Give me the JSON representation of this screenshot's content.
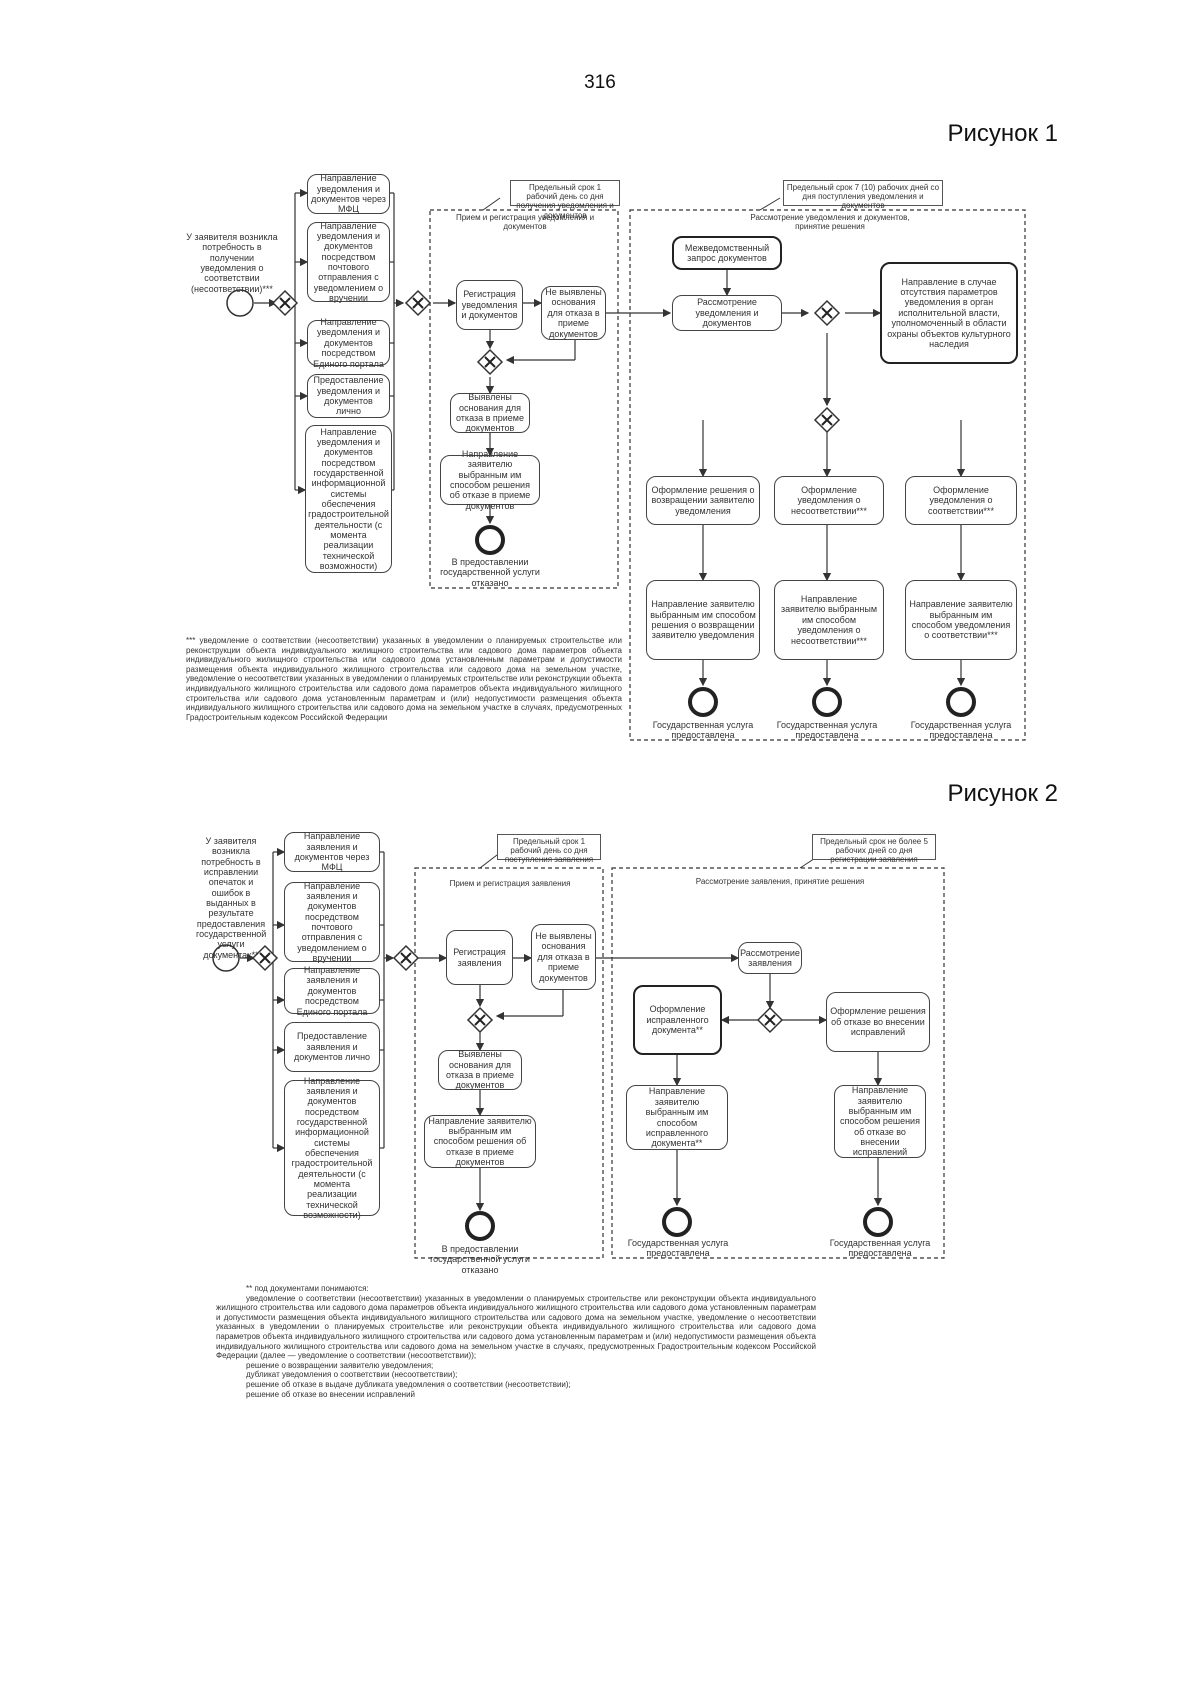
{
  "page_number": "316",
  "figure1": {
    "title": "Рисунок 1",
    "start_label": "У заявителя возникла потребность в получении уведомления о соответствии (несоответствии)***",
    "channels": [
      "Направление уведомления и документов через МФЦ",
      "Направление уведомления и документов посредством почтового отправления с уведомлением о вручении",
      "Направление уведомления и документов посредством Единого портала",
      "Предоставление уведомления и документов лично",
      "Направление уведомления и документов посредством государственной информационной системы обеспечения градостроительной деятельности (с момента реализации технической возможности)"
    ],
    "note_reception": "Предельный срок 1 рабочий день со дня получения уведомления и документов",
    "note_review": "Предельный срок 7 (10) рабочих дней со дня поступления уведомления и документов",
    "zone_reception": "Прием и регистрация уведомления и документов",
    "zone_review": "Рассмотрение уведомления и документов, принятие решения",
    "reception_steps": {
      "check": "Регистрация уведомления и документов",
      "no_grounds": "Не выявлены основания для отказа в приеме документов",
      "found_grounds": "Выявлены основания для отказа в приеме документов",
      "send_refusal": "Направление заявителю выбранным им способом решения об отказе в приеме документов",
      "end": "В предоставлении государственной услуги отказано"
    },
    "review_steps": {
      "top": "Межведомственный запрос документов",
      "register": "Рассмотрение уведомления и документов",
      "right": "Направление в случае отсутствия параметров уведомления в орган исполнительной власти, уполномоченный в области охраны объектов культурного наследия",
      "out1": "Оформление решения о возвращении заявителю уведомления",
      "out2": "Оформление уведомления о несоответствии***",
      "out3": "Оформление уведомления о соответствии***",
      "send1": "Направление заявителю выбранным им способом решения о возвращении заявителю уведомления",
      "send2": "Направление заявителю выбранным им способом уведомления о несоответствии***",
      "send3": "Направление заявителю выбранным им способом уведомления о соответствии***",
      "end1": "Государственная услуга предоставлена",
      "end2": "Государственная услуга предоставлена",
      "end3": "Государственная услуга предоставлена"
    },
    "footnote": "*** уведомление о соответствии (несоответствии) указанных в уведомлении о планируемых строительстве или реконструкции объекта индивидуального жилищного строительства или садового дома параметров объекта индивидуального жилищного строительства или садового дома установленным параметрам и допустимости размещения объекта индивидуального жилищного строительства или садового дома на земельном участке, уведомление о несоответствии указанных в уведомлении о планируемых строительстве или реконструкции объекта индивидуального жилищного строительства или садового дома параметров объекта индивидуального жилищного строительства или садового дома установленным параметрам и (или) недопустимости размещения объекта индивидуального жилищного строительства или садового дома на земельном участке в случаях, предусмотренных Градостроительным кодексом Российской Федерации"
  },
  "figure2": {
    "title": "Рисунок 2",
    "start_label": "У заявителя возникла потребность в исправлении опечаток и ошибок в выданных в результате предоставления государственной услуги документах**",
    "channels": [
      "Направление заявления и документов через МФЦ",
      "Направление заявления и документов посредством почтового отправления с уведомлением о вручении",
      "Направление заявления и документов посредством Единого портала",
      "Предоставление заявления и документов лично",
      "Направление заявления и документов посредством государственной информационной системы обеспечения градостроительной деятельности (с момента реализации технической возможности)"
    ],
    "note_reception": "Предельный срок 1 рабочий день со дня поступления заявления",
    "note_review": "Предельный срок не более 5 рабочих дней со дня регистрации заявления",
    "zone_reception": "Прием и регистрация заявления",
    "zone_review": "Рассмотрение заявления, принятие решения",
    "reception_steps": {
      "check": "Регистрация заявления",
      "no_grounds": "Не выявлены основания для отказа в приеме документов",
      "found_grounds": "Выявлены основания для отказа в приеме документов",
      "send_refusal": "Направление заявителю выбранным им способом решения об отказе в приеме документов",
      "end": "В предоставлении государственной услуги отказано"
    },
    "review_steps": {
      "review": "Рассмотрение заявления",
      "left": "Оформление исправленного документа**",
      "right": "Оформление решения об отказе во внесении исправлений",
      "send_left": "Направление заявителю выбранным им способом исправленного документа**",
      "send_right": "Направление заявителю выбранным им способом решения об отказе во внесении исправлений",
      "end_left": "Государственная услуга предоставлена",
      "end_right": "Государственная услуга предоставлена"
    },
    "footnote_lines": [
      "** под документами понимаются:",
      "уведомление о соответствии (несоответствии) указанных в уведомлении о планируемых строительстве или реконструкции объекта индивидуального жилищного строительства или садового дома параметров объекта индивидуального жилищного строительства или садового дома установленным параметрам и допустимости размещения объекта индивидуального жилищного строительства или садового дома на земельном участке, уведомление о несоответствии указанных в уведомлении о планируемых строительстве или реконструкции объекта индивидуального жилищного строительства или садового дома параметров объекта индивидуального жилищного строительства или садового дома установленным параметрам и (или) недопустимости размещения объекта индивидуального жилищного строительства или садового дома на земельном участке в случаях, предусмотренных Градостроительным кодексом Российской Федерации (далее — уведомление о соответствии (несоответствии));",
      "решение о возвращении заявителю уведомления;",
      "дубликат уведомления о соответствии (несоответствии);",
      "решение об отказе в выдаче дубликата уведомления о соответствии (несоответствии);",
      "решение об отказе во внесении исправлений"
    ]
  }
}
